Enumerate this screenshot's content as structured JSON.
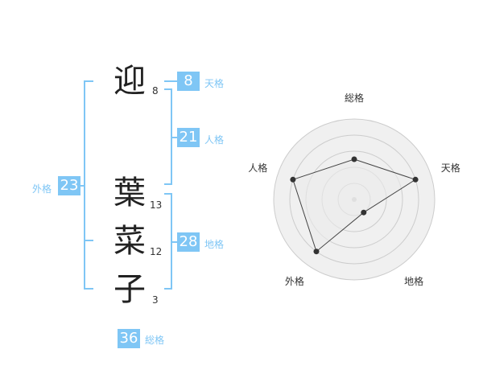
{
  "name": {
    "chars": [
      {
        "char": "迎",
        "strokes": "8"
      },
      {
        "char": "葉",
        "strokes": "13"
      },
      {
        "char": "菜",
        "strokes": "12"
      },
      {
        "char": "子",
        "strokes": "3"
      }
    ]
  },
  "fortune": {
    "tenkaku": {
      "value": "8",
      "label": "天格"
    },
    "jinkaku": {
      "value": "21",
      "label": "人格"
    },
    "chikaku": {
      "value": "28",
      "label": "地格"
    },
    "gaikaku": {
      "value": "23",
      "label": "外格"
    },
    "soukaku": {
      "value": "36",
      "label": "総格"
    }
  },
  "colors": {
    "accent": "#7fc6f5",
    "chart_fill": "#f0f0f0",
    "ring": "#cccccc",
    "point": "#333333"
  },
  "chart_data": {
    "type": "radar",
    "title": "",
    "categories": [
      "総格",
      "天格",
      "地格",
      "外格",
      "人格"
    ],
    "series": [
      {
        "values": [
          2.5,
          4,
          1,
          4,
          4
        ]
      }
    ],
    "rlim": [
      0,
      5
    ],
    "grid": true
  }
}
